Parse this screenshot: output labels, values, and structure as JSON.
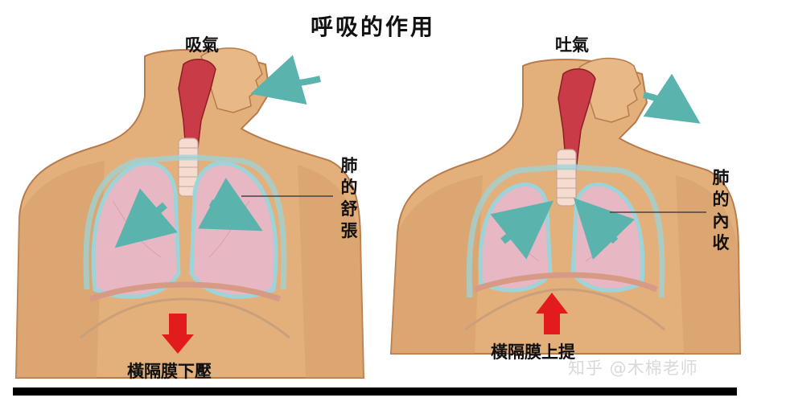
{
  "title": "呼吸的作用",
  "left": {
    "action": "吸氣",
    "lung_label": [
      "肺",
      "的",
      "舒",
      "張"
    ],
    "diaphragm": "橫隔膜下壓"
  },
  "right": {
    "action": "吐氣",
    "lung_label": [
      "肺",
      "的",
      "內",
      "收"
    ],
    "diaphragm": "橫隔膜上提"
  },
  "watermark": "知乎 @木棉老师",
  "colors": {
    "skin": "#e3b07c",
    "skin_dark": "#b77b4c",
    "lung": "#e7b7c3",
    "lung_outline": "#9cd4da",
    "airway": "#c93b46",
    "arrow_teal": "#5bb3ad",
    "arrow_red": "#e21c1c"
  }
}
